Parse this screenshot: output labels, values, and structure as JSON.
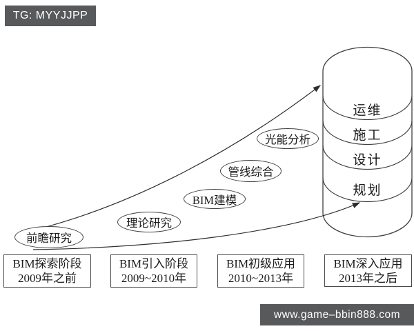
{
  "watermarks": {
    "telegram_tag": "TG: MYYJJPP",
    "site_url": "www.game–bbin888.com"
  },
  "diagram": {
    "bubbles": [
      {
        "label": "前瞻研究"
      },
      {
        "label": "理论研究"
      },
      {
        "label": "BIM建模"
      },
      {
        "label": "管线综合"
      },
      {
        "label": "光能分析"
      }
    ],
    "cylinder_layers": [
      {
        "label": "运维"
      },
      {
        "label": "施工"
      },
      {
        "label": "设计"
      },
      {
        "label": "规划"
      }
    ],
    "stages": [
      {
        "title": "BIM探索阶段",
        "period": "2009年之前"
      },
      {
        "title": "BIM引入阶段",
        "period": "2009~2010年"
      },
      {
        "title": "BIM初级应用",
        "period": "2010~2013年"
      },
      {
        "title": "BIM深入应用",
        "period": "2013年之后"
      }
    ],
    "colors": {
      "line": "#3f3f3f",
      "watermark_background": "#58595b",
      "watermark_text": "#ffffff",
      "background": "#ffffff",
      "text": "#1c1c1c"
    }
  }
}
